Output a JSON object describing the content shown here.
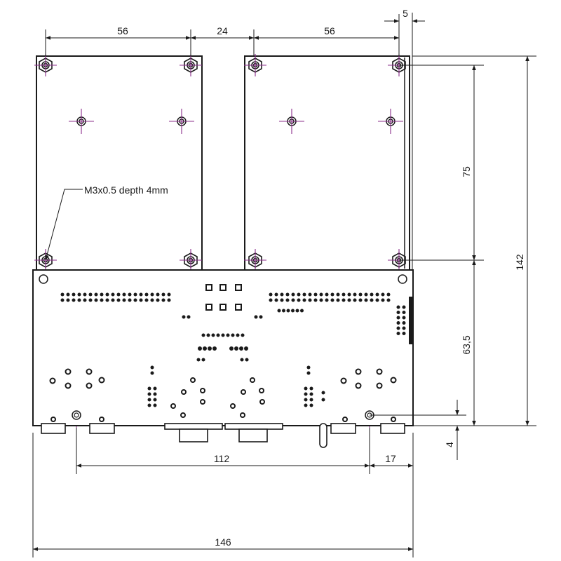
{
  "drawing": {
    "note": "M3x0.5 depth 4mm",
    "dimensions": {
      "module_width_left": "56",
      "gap": "24",
      "module_width_right": "56",
      "overhang": "5",
      "hole_spacing": "75",
      "total_height": "142",
      "board_height": "63,5",
      "bottom_offset": "4",
      "mount_hole_spacing": "112",
      "mount_hole_edge": "17",
      "total_width": "146"
    }
  },
  "colors": {
    "line": "#1a1a1a",
    "centerline": "#8b2f8b"
  }
}
